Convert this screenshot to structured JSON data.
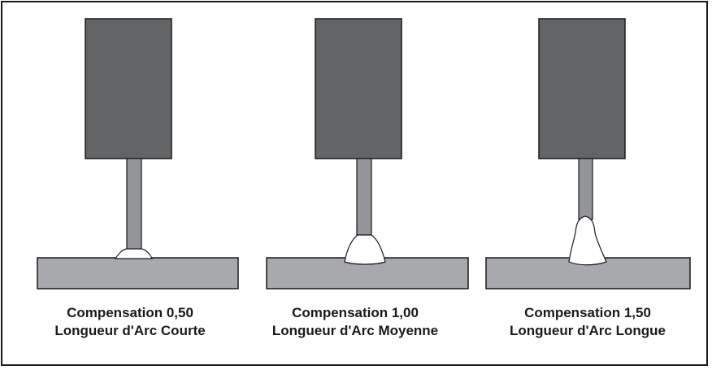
{
  "colors": {
    "torch": "#636466",
    "electrode": "#939598",
    "workpiece": "#a7a9ac",
    "arc": "#ffffff",
    "outline": "#1a1a1a"
  },
  "panels": [
    {
      "compensation": "Compensation 0,50",
      "arc_length": "Longueur d'Arc Courte",
      "arc_level": "short"
    },
    {
      "compensation": "Compensation 1,00",
      "arc_length": "Longueur d'Arc Moyenne",
      "arc_level": "medium"
    },
    {
      "compensation": "Compensation 1,50",
      "arc_length": "Longueur d'Arc Longue",
      "arc_level": "long"
    }
  ]
}
